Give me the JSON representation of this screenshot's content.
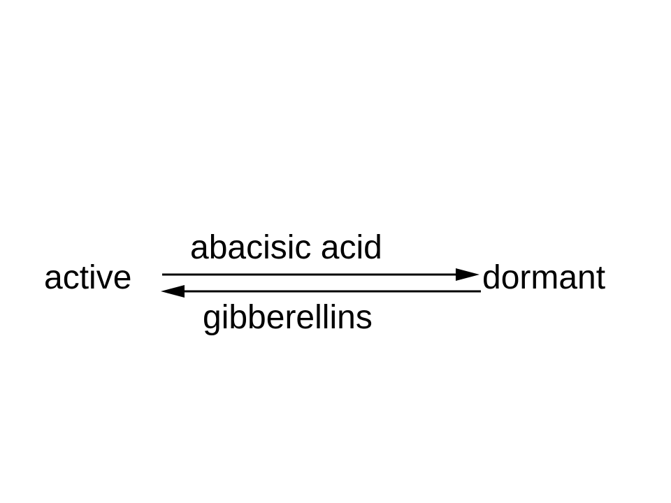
{
  "diagram": {
    "left_state": "active",
    "right_state": "dormant",
    "forward_label": "abacisic acid",
    "reverse_label": "gibberellins"
  },
  "colors": {
    "ink": "#000000",
    "background": "#ffffff"
  }
}
